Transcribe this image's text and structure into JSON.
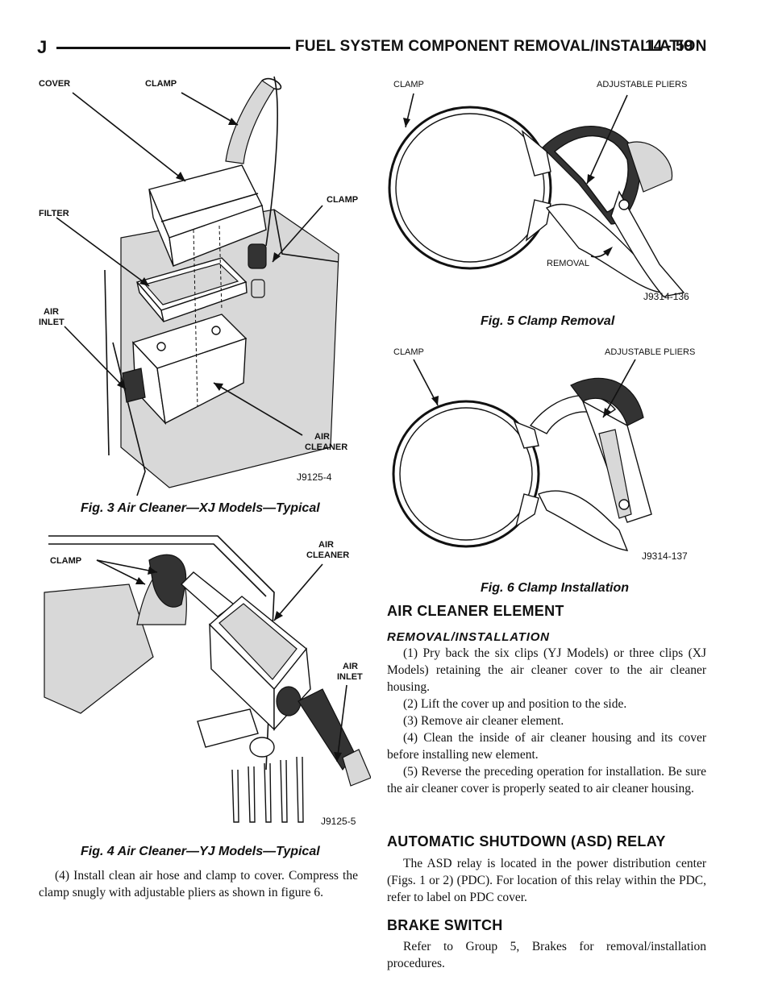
{
  "header": {
    "section_letter": "J",
    "title": "FUEL SYSTEM COMPONENT REMOVAL/INSTALLATION",
    "page": "14 - 59"
  },
  "figures": {
    "fig3": {
      "caption": "Fig. 3 Air Cleaner—XJ Models—Typical",
      "code": "J9125-4",
      "labels": {
        "cover": "COVER",
        "clamp_top": "CLAMP",
        "clamp_right": "CLAMP",
        "filter": "FILTER",
        "air_inlet_1": "AIR",
        "air_inlet_2": "INLET",
        "air_cleaner_1": "AIR",
        "air_cleaner_2": "CLEANER"
      }
    },
    "fig4": {
      "caption": "Fig. 4 Air Cleaner—YJ Models—Typical",
      "code": "J9125-5",
      "labels": {
        "clamp": "CLAMP",
        "air_cleaner_1": "AIR",
        "air_cleaner_2": "CLEANER",
        "air_inlet_1": "AIR",
        "air_inlet_2": "INLET"
      }
    },
    "fig5": {
      "caption": "Fig. 5 Clamp Removal",
      "code": "J9314-136",
      "labels": {
        "clamp": "CLAMP",
        "pliers": "ADJUSTABLE PLIERS",
        "removal": "REMOVAL"
      }
    },
    "fig6": {
      "caption": "Fig. 6 Clamp Installation",
      "code": "J9314-137",
      "labels": {
        "clamp": "CLAMP",
        "pliers": "ADJUSTABLE PLIERS"
      }
    }
  },
  "left_text": {
    "step4": "(4) Install clean air hose and clamp to cover. Compress the clamp snugly with adjustable pliers as shown in figure 6."
  },
  "air_cleaner": {
    "heading": "AIR CLEANER ELEMENT",
    "subheading": "REMOVAL/INSTALLATION",
    "steps": [
      "(1) Pry back the six clips (YJ Models) or three clips (XJ Models) retaining the air cleaner cover to the air cleaner housing.",
      "(2) Lift the cover up and position to the side.",
      "(3) Remove air cleaner element.",
      "(4) Clean the inside of air cleaner housing and its cover before installing new element.",
      "(5) Reverse the preceding operation for installation. Be sure the air cleaner cover is properly seated to air cleaner housing."
    ]
  },
  "asd": {
    "heading": "AUTOMATIC SHUTDOWN (ASD) RELAY",
    "body": "The ASD relay is located in the power distribution center (Figs. 1 or 2) (PDC). For location of this relay within the PDC, refer to label on PDC cover."
  },
  "brake": {
    "heading": "BRAKE SWITCH",
    "body": "Refer to Group 5, Brakes for removal/installation procedures."
  }
}
